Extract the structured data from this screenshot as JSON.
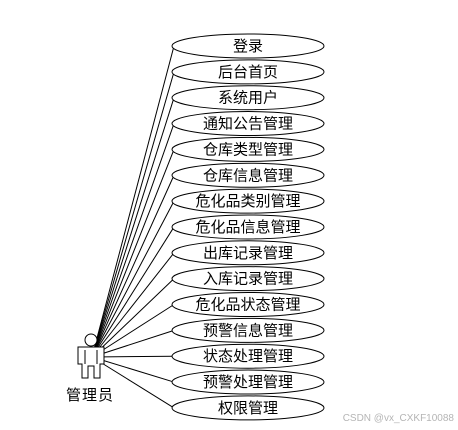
{
  "actor": {
    "label": "管理员",
    "icon": "person-icon"
  },
  "use_cases": [
    "登录",
    "后台首页",
    "系统用户",
    "通知公告管理",
    "仓库类型管理",
    "仓库信息管理",
    "危化品类别管理",
    "危化品信息管理",
    "出库记录管理",
    "入库记录管理",
    "危化品状态管理",
    "预警信息管理",
    "状态处理管理",
    "预警处理管理",
    "权限管理"
  ],
  "watermark": "CSDN @vx_CXKF10088"
}
